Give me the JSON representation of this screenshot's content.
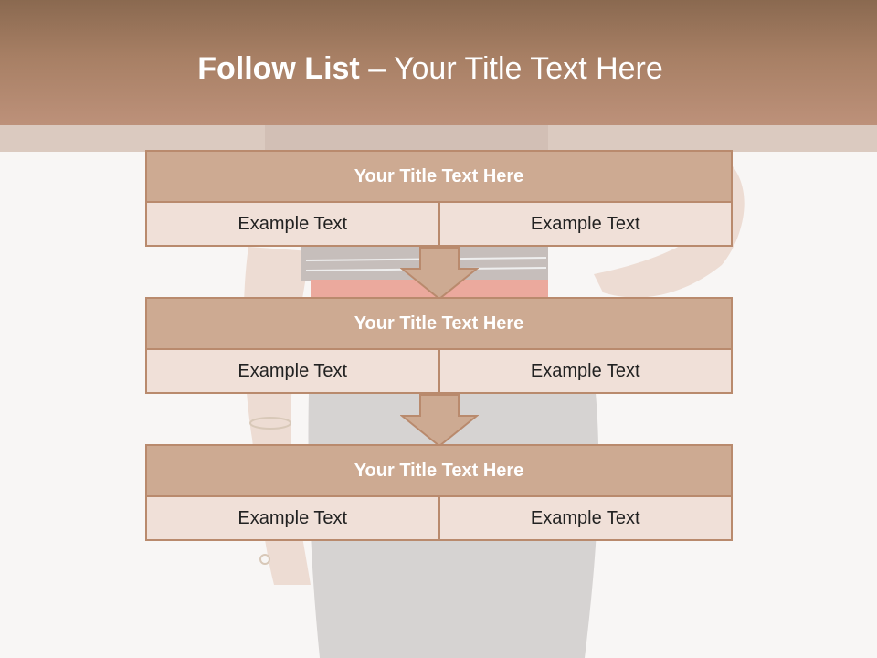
{
  "slide": {
    "title_bold": "Follow List",
    "title_rest": " – Your Title Text Here"
  },
  "steps": [
    {
      "title": "Your Title Text Here",
      "left": "Example Text",
      "right": "Example Text"
    },
    {
      "title": "Your Title Text Here",
      "left": "Example Text",
      "right": "Example Text"
    },
    {
      "title": "Your Title Text Here",
      "left": "Example Text",
      "right": "Example Text"
    }
  ],
  "colors": {
    "header": "#a77f64",
    "box_title": "#cdaa92",
    "box_border": "#b98a6d",
    "box_fill": "#f0e1d9"
  }
}
